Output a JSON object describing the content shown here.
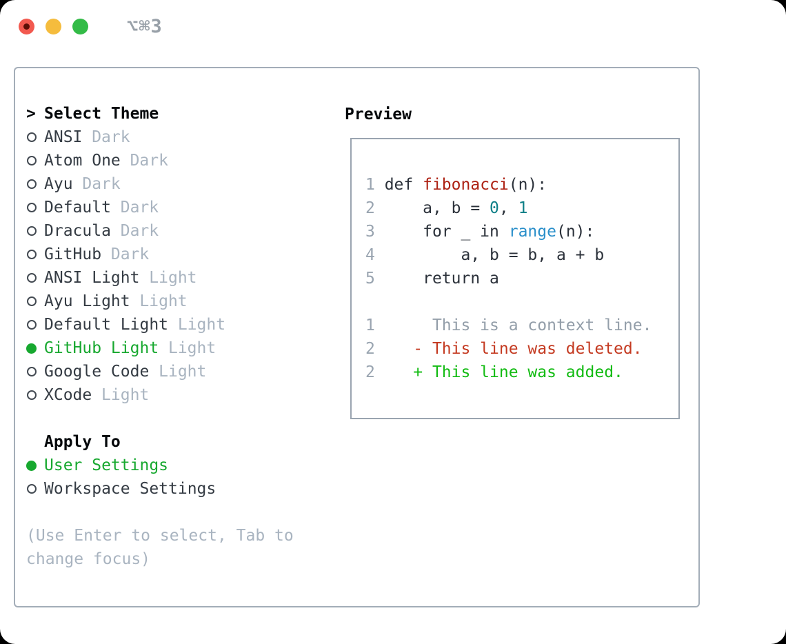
{
  "titlebar": {
    "title": "⌥⌘3",
    "buttons": [
      "close-button",
      "minimize-button",
      "zoom-button"
    ]
  },
  "theme_list": {
    "header": {
      "marker": ">",
      "label": "Select Theme"
    },
    "items": [
      {
        "label": "ANSI",
        "tag": "Dark",
        "selected": false
      },
      {
        "label": "Atom One",
        "tag": "Dark",
        "selected": false
      },
      {
        "label": "Ayu",
        "tag": "Dark",
        "selected": false
      },
      {
        "label": "Default",
        "tag": "Dark",
        "selected": false
      },
      {
        "label": "Dracula",
        "tag": "Dark",
        "selected": false
      },
      {
        "label": "GitHub",
        "tag": "Dark",
        "selected": false
      },
      {
        "label": "ANSI Light",
        "tag": "Light",
        "selected": false
      },
      {
        "label": "Ayu Light",
        "tag": "Light",
        "selected": false
      },
      {
        "label": "Default Light",
        "tag": "Light",
        "selected": false
      },
      {
        "label": "GitHub Light",
        "tag": "Light",
        "selected": true
      },
      {
        "label": "Google Code",
        "tag": "Light",
        "selected": false
      },
      {
        "label": "XCode",
        "tag": "Light",
        "selected": false
      }
    ]
  },
  "apply_to": {
    "header": "Apply To",
    "items": [
      {
        "label": "User Settings",
        "selected": true
      },
      {
        "label": "Workspace Settings",
        "selected": false
      }
    ]
  },
  "footer": {
    "lines": [
      "(Use Enter to select, Tab to",
      "change focus)"
    ]
  },
  "preview": {
    "title": "Preview",
    "lines": [
      {
        "tokens": []
      },
      {
        "tokens": [
          [
            "1",
            "lineno"
          ],
          [
            " def ",
            "code"
          ],
          [
            "fibonacci",
            "func"
          ],
          [
            "(n):",
            "code"
          ]
        ]
      },
      {
        "tokens": [
          [
            "2",
            "lineno"
          ],
          [
            "     a, b = ",
            "code"
          ],
          [
            "0",
            "num"
          ],
          [
            ", ",
            "code"
          ],
          [
            "1",
            "num"
          ]
        ]
      },
      {
        "tokens": [
          [
            "3",
            "lineno"
          ],
          [
            "     for _ in ",
            "code"
          ],
          [
            "range",
            "builtin"
          ],
          [
            "(n):",
            "code"
          ]
        ]
      },
      {
        "tokens": [
          [
            "4",
            "lineno"
          ],
          [
            "         a, b = b, a + b",
            "code"
          ]
        ]
      },
      {
        "tokens": [
          [
            "5",
            "lineno"
          ],
          [
            "     return a",
            "code"
          ]
        ]
      },
      {
        "tokens": []
      },
      {
        "tokens": [
          [
            "1",
            "lineno"
          ],
          [
            "      This is a context line.",
            "ctx"
          ]
        ]
      },
      {
        "tokens": [
          [
            "2",
            "lineno"
          ],
          [
            "    - This line was deleted.",
            "del"
          ]
        ]
      },
      {
        "tokens": [
          [
            "2",
            "lineno"
          ],
          [
            "    + This line was added.",
            "add"
          ]
        ]
      }
    ]
  },
  "colors": {
    "accent_green": "#17a82f",
    "added_green": "#12bb12",
    "deleted_red": "#c43a21",
    "func_red": "#ad2113",
    "number_teal": "#0e7f87",
    "builtin_blue": "#2a8fca",
    "muted_gray": "#a9b4c0",
    "lineno_gray": "#99a4b0",
    "text_dark": "#343b43",
    "border_gray": "#a3adb8"
  }
}
